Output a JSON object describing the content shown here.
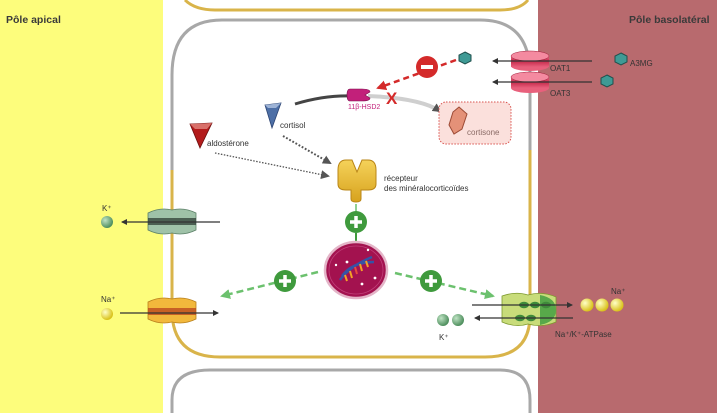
{
  "regions": {
    "apical": {
      "label": "Pôle apical",
      "color": "#fdfd7c"
    },
    "basolateral": {
      "label": "Pôle basolatéral",
      "color": "#b86a6e"
    }
  },
  "molecules": {
    "aldosterone": "aldostérone",
    "cortisol": "cortisol",
    "cortisone": "cortisone",
    "enzyme": "11β-HSD2",
    "receptor_line1": "récepteur",
    "receptor_line2": "des minéralocorticoïdes",
    "a3mg": "A3MG"
  },
  "transporters": {
    "oat1": "OAT1",
    "oat3": "OAT3",
    "atpase": "Na⁺/K⁺-ATPase"
  },
  "ions": {
    "k_apical": "K⁺",
    "na_apical": "Na⁺",
    "na_basolateral": "Na⁺",
    "k_basolateral": "K⁺"
  },
  "symbols": {
    "inhibit": "−",
    "activate": "+",
    "block": "X"
  },
  "colors": {
    "cell_membrane_upper": "#a8a8a8",
    "cell_membrane_lower": "#d9b44a",
    "activation": "#3f9a3d",
    "inhibition": "#d42a2a",
    "enzyme": "#c2207a",
    "nucleus": "#a3124f"
  }
}
